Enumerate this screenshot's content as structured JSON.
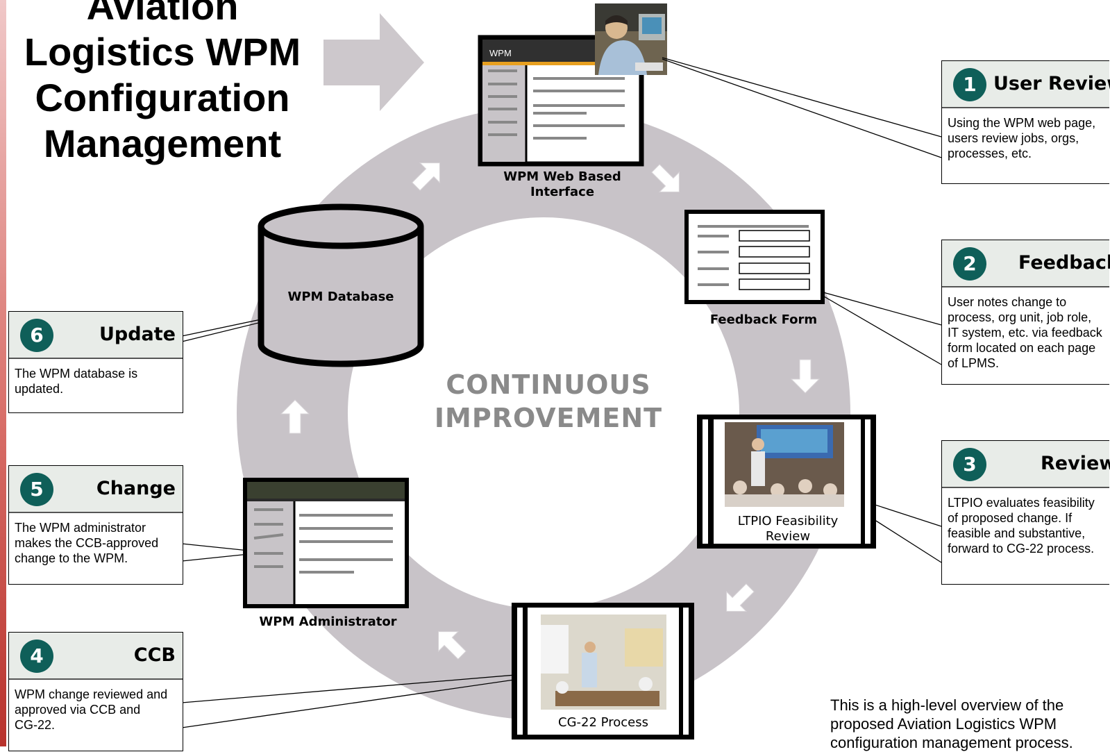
{
  "title": [
    "Aviation",
    "Logistics WPM",
    "Configuration",
    "Management"
  ],
  "center_text": [
    "CONTINUOUS",
    "IMPROVEMENT"
  ],
  "wpm_window_label": "WPM",
  "stage_labels": {
    "web_interface": [
      "WPM Web Based",
      "Interface"
    ],
    "feedback_form": "Feedback Form",
    "database": "WPM Database",
    "administrator": "WPM Administrator",
    "ltpio": [
      "LTPIO Feasibility",
      "Review"
    ],
    "cg22": "CG-22 Process"
  },
  "steps": [
    {
      "num": "1",
      "title": "User Review",
      "body": [
        "Using the WPM web page,",
        "users review jobs, orgs,",
        "processes, etc."
      ]
    },
    {
      "num": "2",
      "title": "Feedback",
      "body": [
        "User notes change to",
        "process, org unit, job role,",
        "IT system, etc. via feedback",
        "form located on each page",
        "of LPMS."
      ]
    },
    {
      "num": "3",
      "title": "Review",
      "body": [
        "LTPIO evaluates feasibility",
        "of proposed change. If",
        "feasible and substantive,",
        "forward to CG-22 process."
      ]
    },
    {
      "num": "4",
      "title": "CCB",
      "body": [
        "WPM change reviewed and",
        "approved via CCB and",
        "CG-22."
      ]
    },
    {
      "num": "5",
      "title": "Change",
      "body": [
        "The WPM administrator",
        "makes the CCB-approved",
        "change to the WPM."
      ]
    },
    {
      "num": "6",
      "title": "Update",
      "body": [
        "The WPM database is",
        "updated."
      ]
    }
  ],
  "footer_note": [
    "This is a high-level overview of the",
    "proposed Aviation Logistics WPM",
    "configuration management process."
  ],
  "colors": {
    "ring": "#c8c3c8",
    "badge": "#0f5f59",
    "arrow": "#cdc8cc",
    "header_bg": "#e8ece8"
  }
}
